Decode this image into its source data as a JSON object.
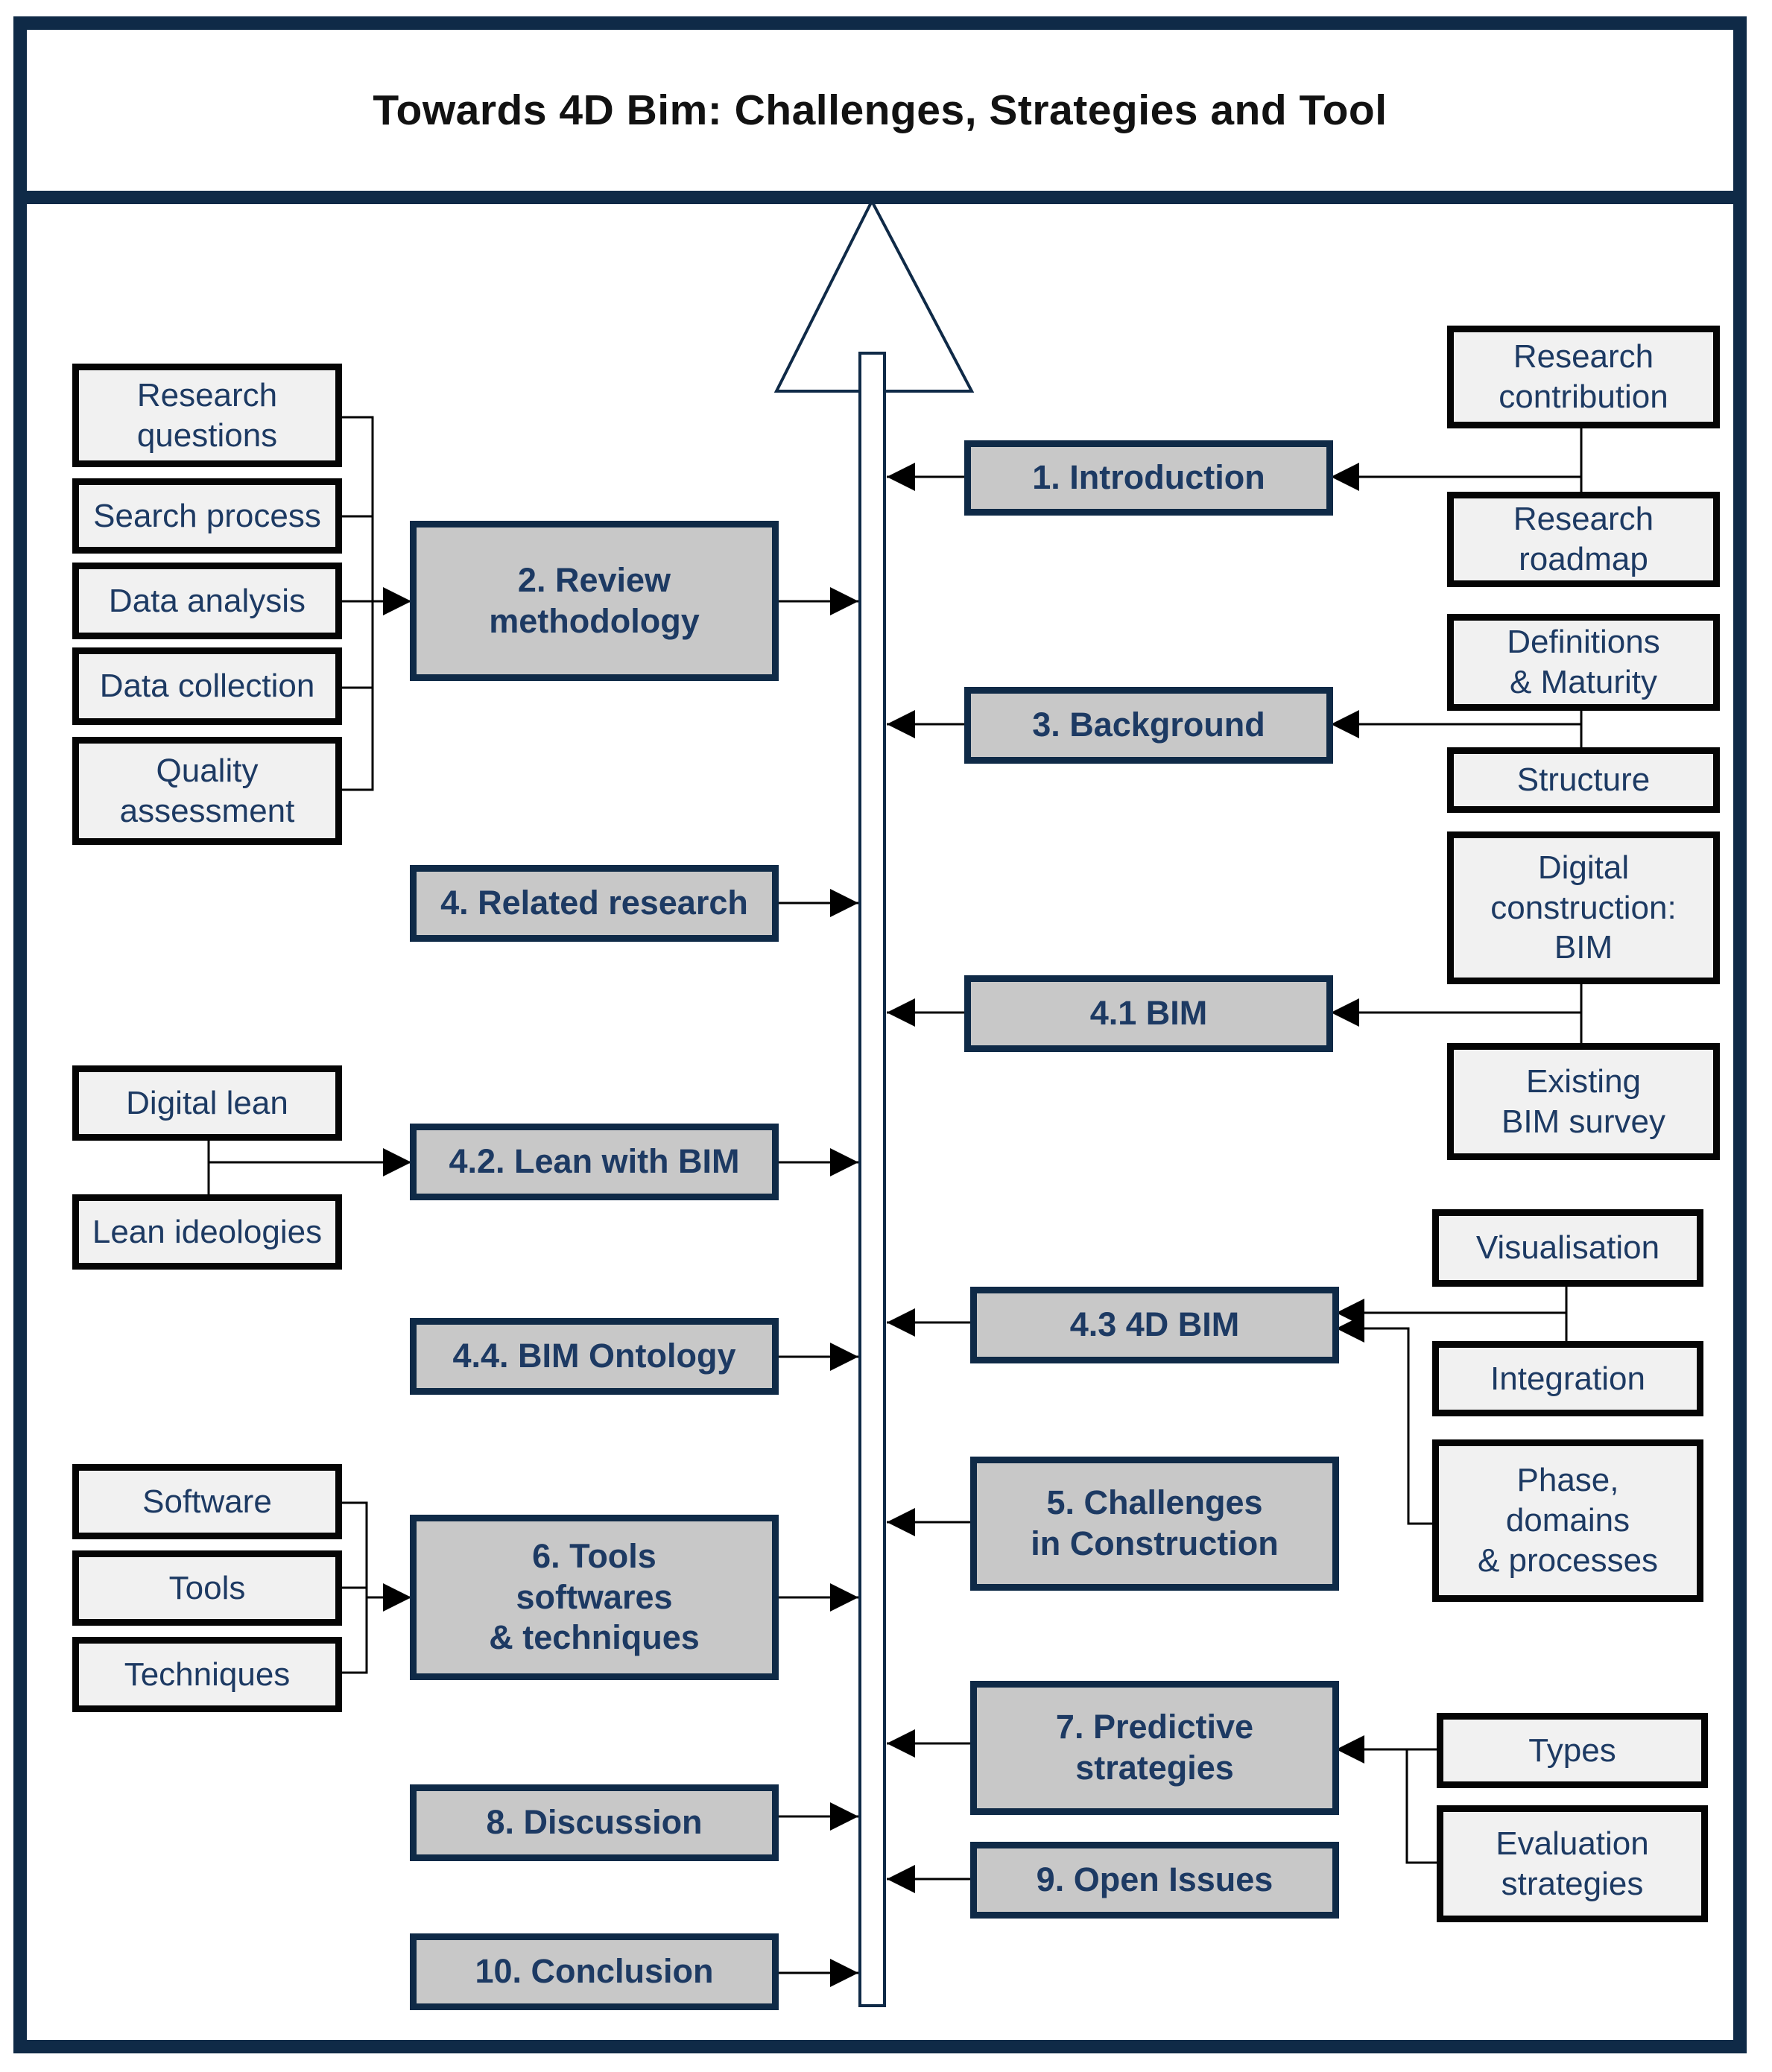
{
  "title": "Towards 4D Bim: Challenges, Strategies and Tool",
  "colors": {
    "frame": "#0f2a47",
    "main_box_fill": "#c8c8c8",
    "sub_box_fill": "#f1f1f1",
    "box_text": "#1d3a63"
  },
  "sections": {
    "introduction": "1. Introduction",
    "review_methodology": "2. Review\nmethodology",
    "background": "3. Background",
    "related_research": "4. Related research",
    "bim": "4.1 BIM",
    "lean_with_bim": "4.2. Lean with BIM",
    "four_d_bim": "4.3 4D BIM",
    "bim_ontology": "4.4. BIM Ontology",
    "challenges": "5. Challenges\nin Construction",
    "tools": "6. Tools\nsoftwares\n& techniques",
    "predictive": "7. Predictive\nstrategies",
    "discussion": "8. Discussion",
    "open_issues": "9. Open Issues",
    "conclusion": "10. Conclusion"
  },
  "topics": {
    "research_questions": "Research\nquestions",
    "search_process": "Search process",
    "data_analysis": "Data analysis",
    "data_collection": "Data collection",
    "quality_assessment": "Quality\nassessment",
    "digital_lean": "Digital lean",
    "lean_ideologies": "Lean ideologies",
    "software": "Software",
    "tools": "Tools",
    "techniques": "Techniques",
    "research_contribution": "Research\ncontribution",
    "research_roadmap": "Research\nroadmap",
    "definitions_maturity": "Definitions\n& Maturity",
    "structure": "Structure",
    "digital_construction": "Digital\nconstruction:\nBIM",
    "existing_survey": "Existing\nBIM survey",
    "visualisation": "Visualisation",
    "integration": "Integration",
    "phase_domains": "Phase,\ndomains\n& processes",
    "types": "Types",
    "evaluation_strategies": "Evaluation\nstrategies"
  }
}
